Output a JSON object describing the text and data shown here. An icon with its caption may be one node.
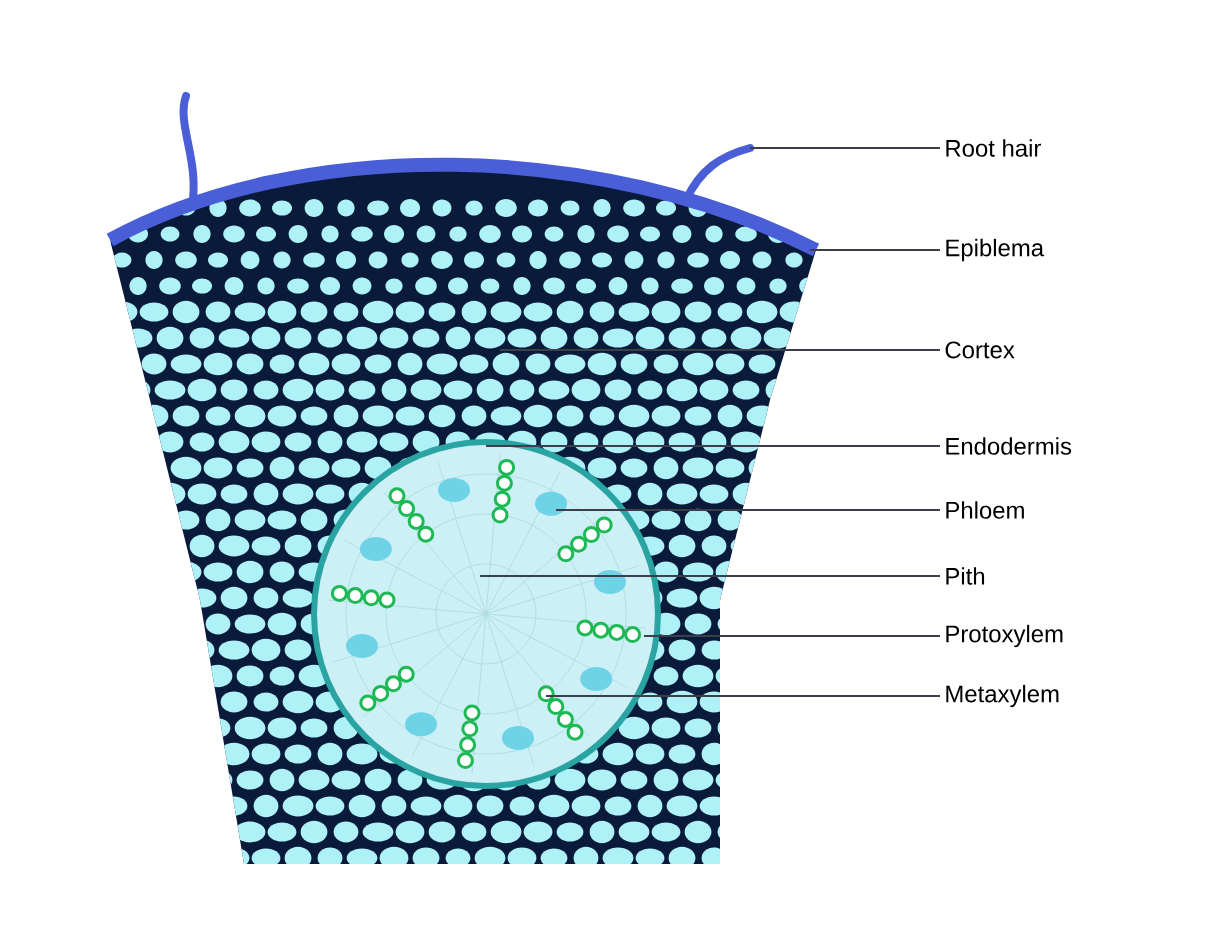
{
  "diagram": {
    "nodes": [
      {
        "text": [
          "Root hair"
        ]
      },
      {
        "text": [
          "Epiblema"
        ]
      },
      {
        "text": [
          "Cortex"
        ]
      },
      {
        "text": [
          "Endodermis"
        ]
      },
      {
        "text": [
          "Phloem"
        ]
      },
      {
        "text": [
          "Pith"
        ]
      },
      {
        "text": [
          "Protoxylem"
        ]
      },
      {
        "text": [
          "Metaxylem"
        ]
      }
    ],
    "edges": [
      {
        "from": 0,
        "to": null,
        "arrow": "none"
      },
      {
        "from": 1,
        "to": null,
        "arrow": "none"
      },
      {
        "from": 2,
        "to": null,
        "arrow": "none"
      },
      {
        "from": 3,
        "to": null,
        "arrow": "none"
      },
      {
        "from": 4,
        "to": null,
        "arrow": "none"
      },
      {
        "from": 5,
        "to": null,
        "arrow": "none"
      },
      {
        "from": 6,
        "to": null,
        "arrow": "none"
      },
      {
        "from": 7,
        "to": null,
        "arrow": "none"
      }
    ]
  }
}
